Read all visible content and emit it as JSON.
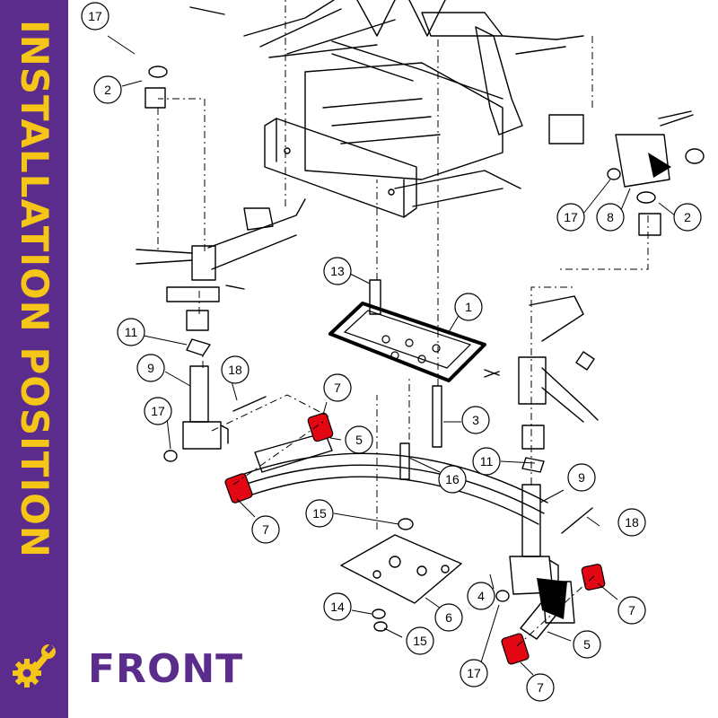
{
  "sidebar": {
    "title": "INSTALLATION POSITION"
  },
  "caption": {
    "front": "FRONT"
  },
  "icons": {
    "logo": "gear-wrench-icon"
  },
  "colors": {
    "purple": "#5b2c8c",
    "yellow": "#f5c518",
    "bushing_red": "#e30613",
    "line": "#000000"
  },
  "callouts": [
    {
      "label": "17"
    },
    {
      "label": "2"
    },
    {
      "label": "17"
    },
    {
      "label": "8"
    },
    {
      "label": "2"
    },
    {
      "label": "13"
    },
    {
      "label": "1"
    },
    {
      "label": "11"
    },
    {
      "label": "9"
    },
    {
      "label": "18"
    },
    {
      "label": "7"
    },
    {
      "label": "17"
    },
    {
      "label": "3"
    },
    {
      "label": "5"
    },
    {
      "label": "16"
    },
    {
      "label": "7"
    },
    {
      "label": "11"
    },
    {
      "label": "9"
    },
    {
      "label": "15"
    },
    {
      "label": "18"
    },
    {
      "label": "4"
    },
    {
      "label": "7"
    },
    {
      "label": "14"
    },
    {
      "label": "6"
    },
    {
      "label": "15"
    },
    {
      "label": "5"
    },
    {
      "label": "17"
    },
    {
      "label": "7"
    }
  ]
}
